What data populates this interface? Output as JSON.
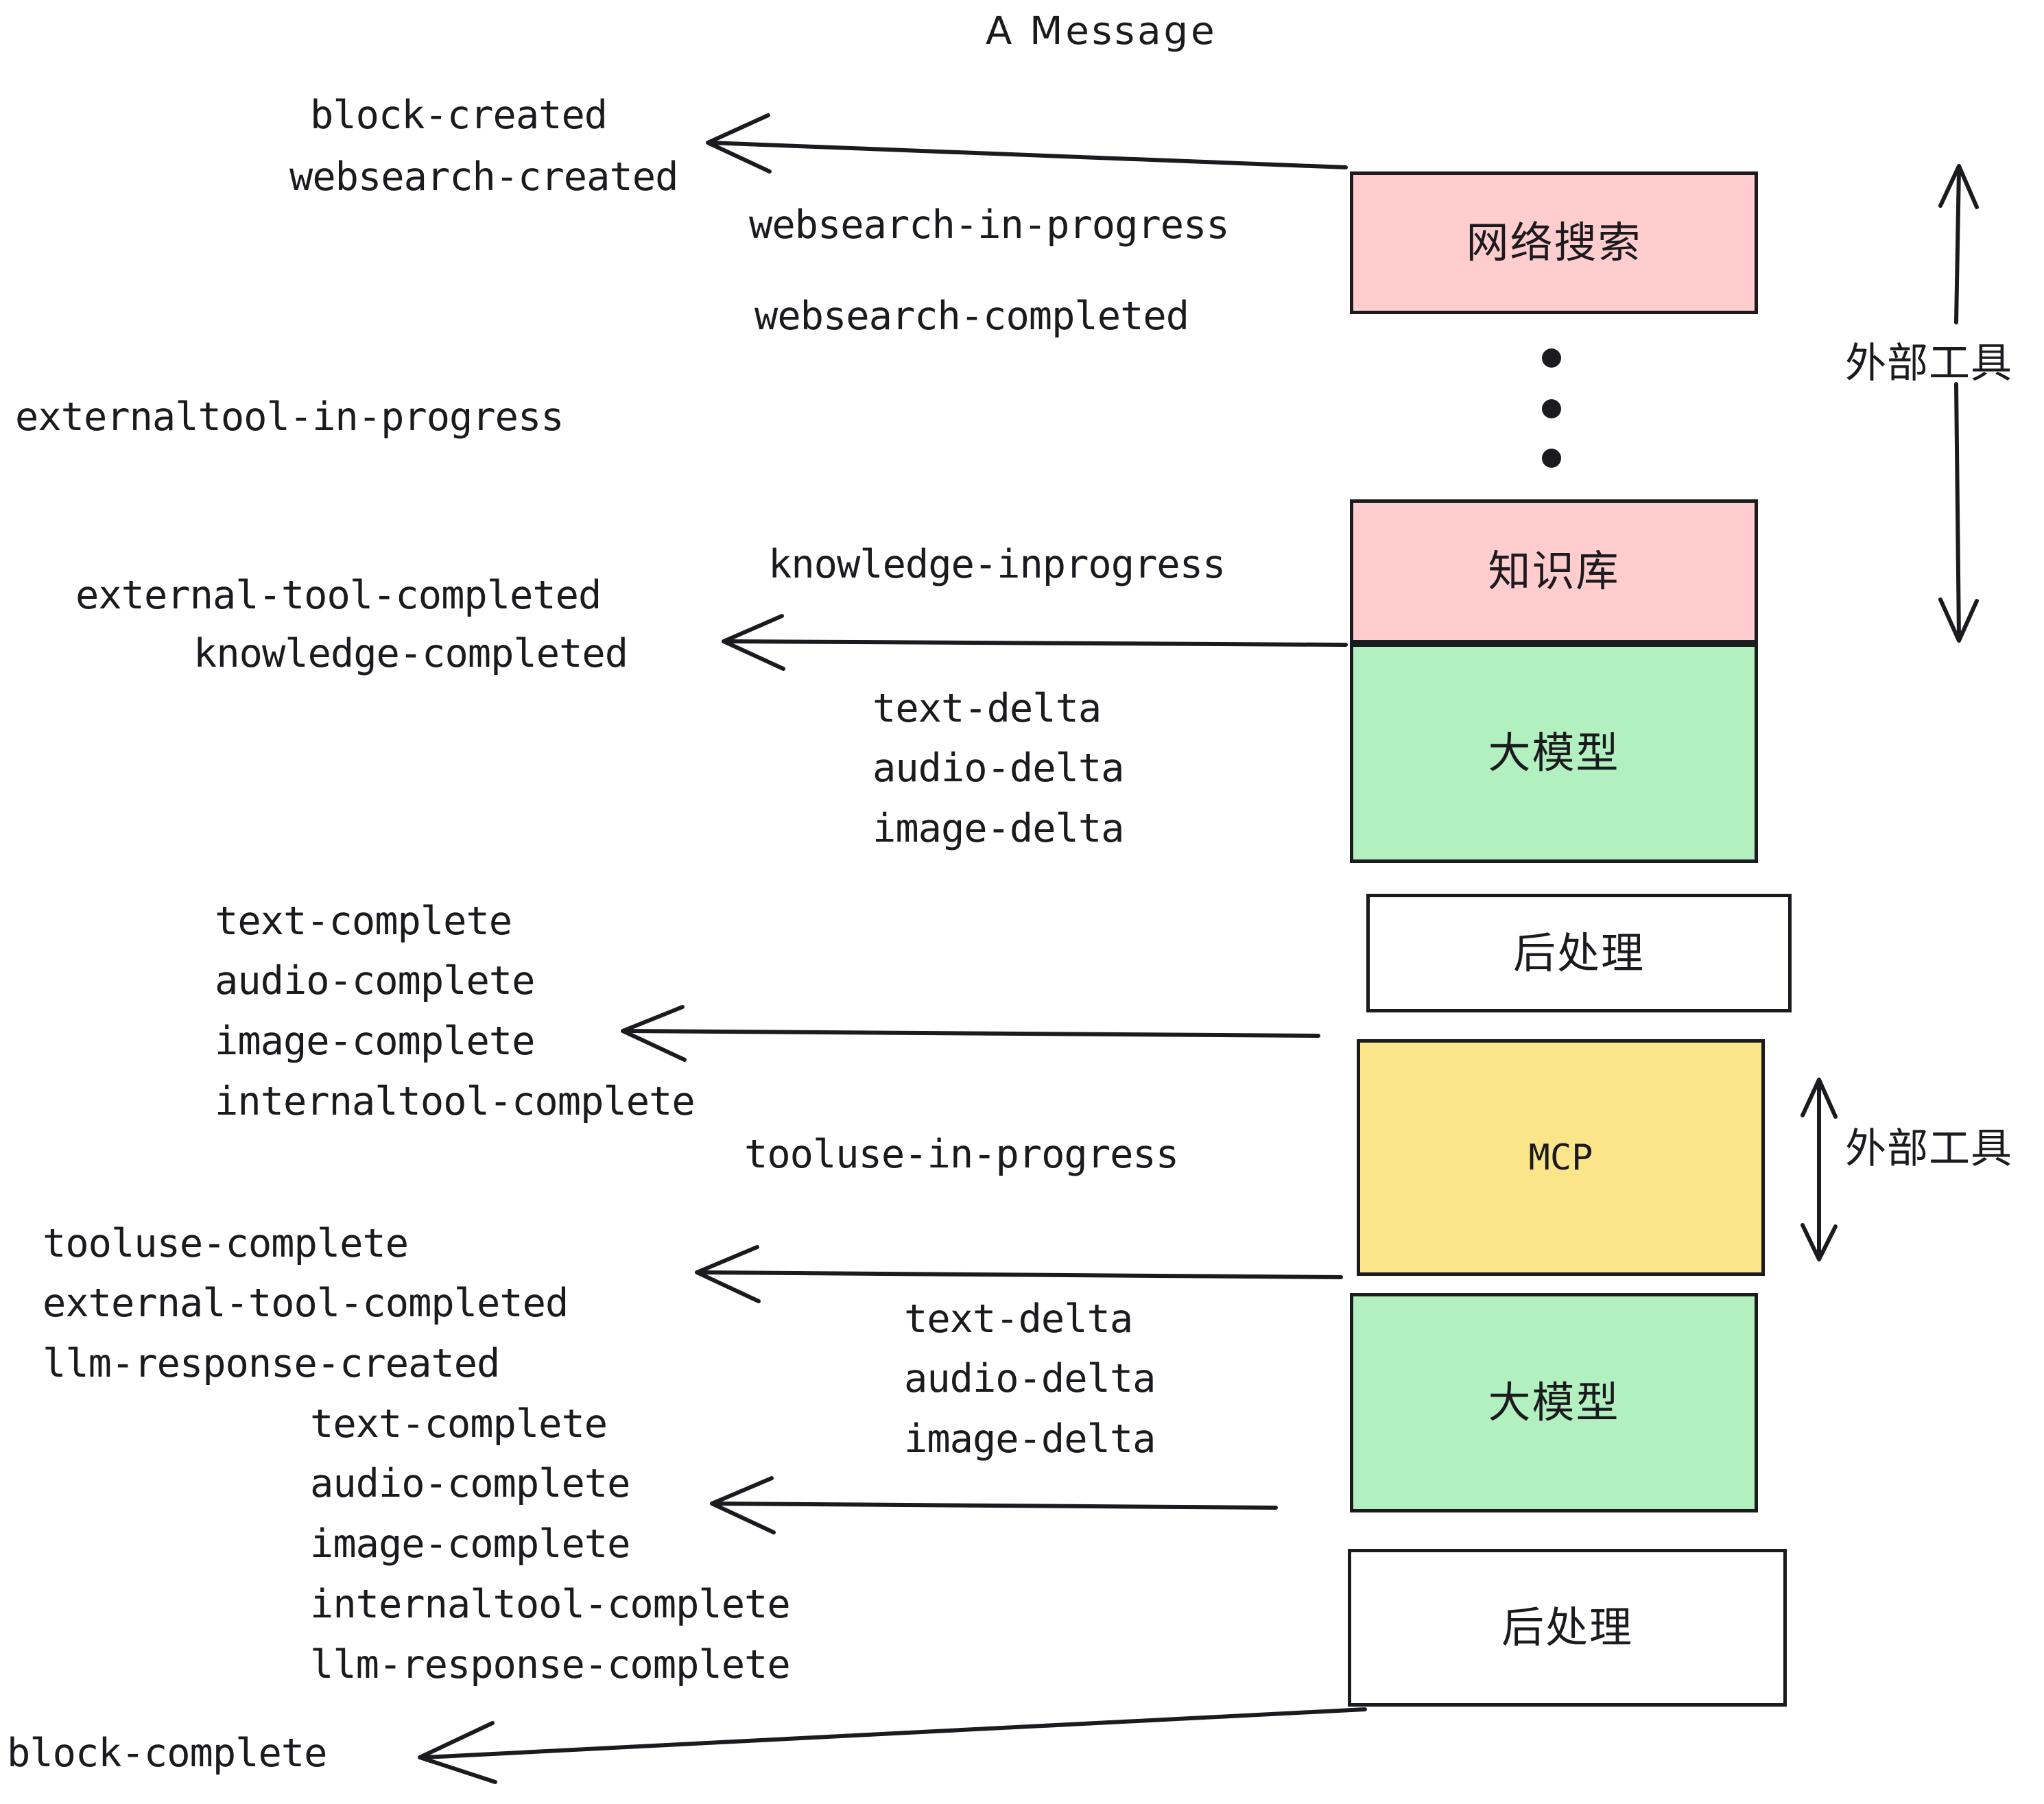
{
  "diagram": {
    "title": "A Message",
    "colors": {
      "pink": "#ffcdcd",
      "green": "#b3f0bf",
      "yellow": "#fbe58a",
      "white": "#ffffff",
      "stroke": "#1b1b1f"
    }
  },
  "boxes": {
    "websearch": "网络搜索",
    "knowledge": "知识库",
    "llm_top": "大模型",
    "postprocess_top": "后处理",
    "mcp": "MCP",
    "llm_bottom": "大模型",
    "postprocess_bottom": "后处理"
  },
  "side_labels": {
    "external_tool_top": "外部工具",
    "external_tool_bottom": "外部工具"
  },
  "events": {
    "block_created": "block-created",
    "websearch_created": "websearch-created",
    "websearch_in_progress": "websearch-in-progress",
    "websearch_completed": "websearch-completed",
    "externaltool_in_progress": "externaltool-in-progress",
    "knowledge_inprogress": "knowledge-inprogress",
    "external_tool_completed_1": "external-tool-completed",
    "knowledge_completed": "knowledge-completed",
    "text_delta_1": "text-delta",
    "audio_delta_1": "audio-delta",
    "image_delta_1": "image-delta",
    "text_complete_1": "text-complete",
    "audio_complete_1": "audio-complete",
    "image_complete_1": "image-complete",
    "internaltool_complete_1": "internaltool-complete",
    "tooluse_in_progress": "tooluse-in-progress",
    "tooluse_complete": "tooluse-complete",
    "external_tool_completed_2": "external-tool-completed",
    "llm_response_created": "llm-response-created",
    "text_delta_2": "text-delta",
    "audio_delta_2": "audio-delta",
    "image_delta_2": "image-delta",
    "text_complete_2": "text-complete",
    "audio_complete_2": "audio-complete",
    "image_complete_2": "image-complete",
    "internaltool_complete_2": "internaltool-complete",
    "llm_response_complete": "llm-response-complete",
    "block_complete": "block-complete"
  }
}
